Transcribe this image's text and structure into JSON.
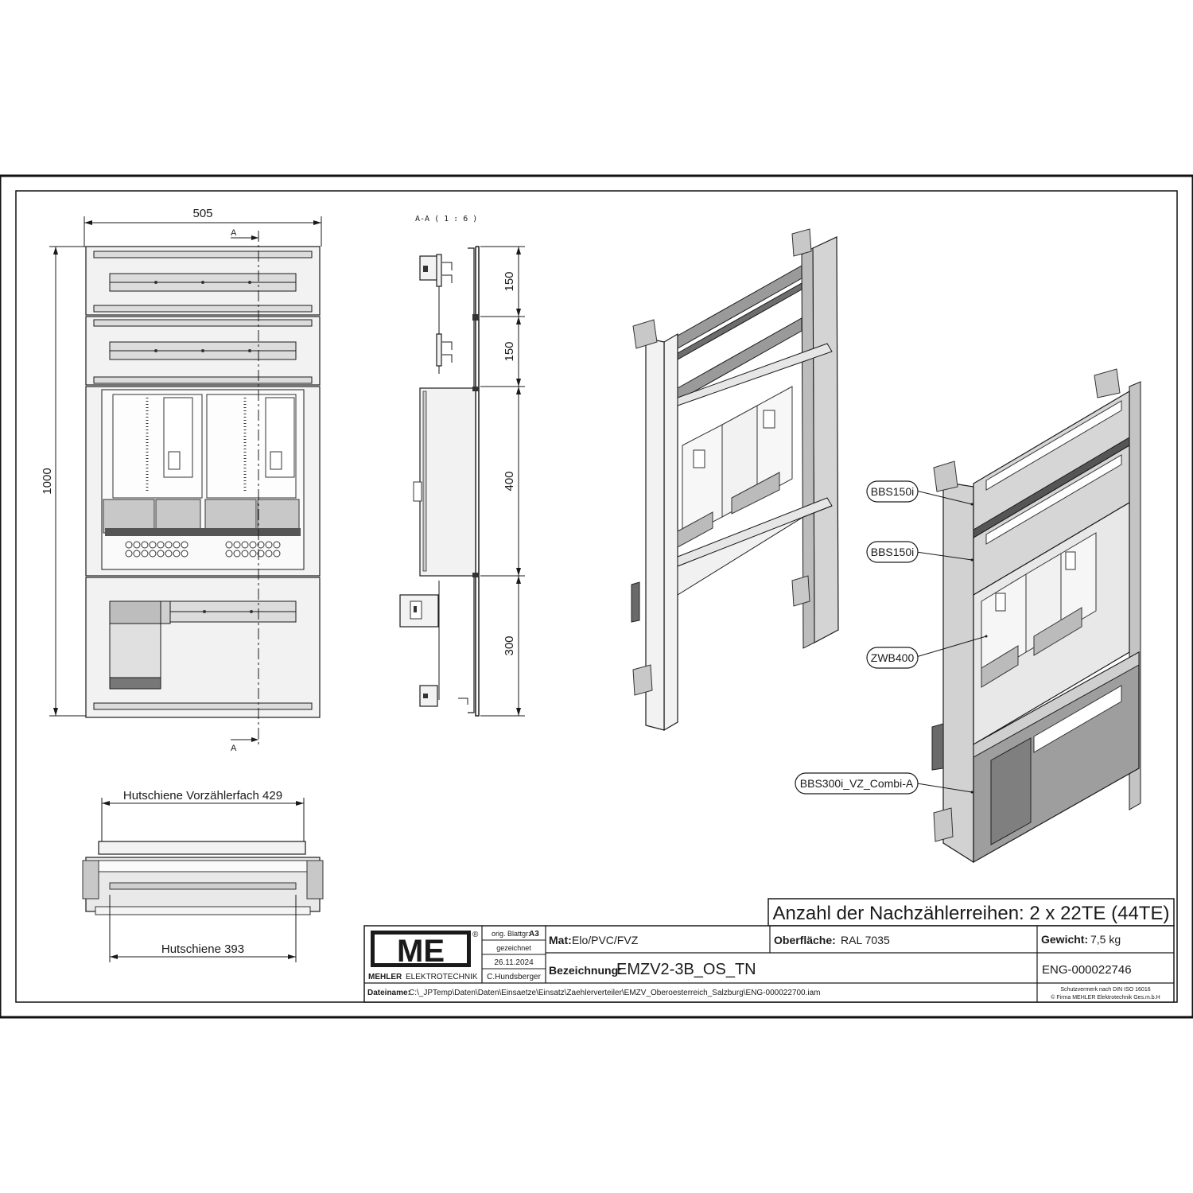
{
  "dimensions": {
    "width_overall": "505",
    "height_overall": "1000",
    "section_a": "A",
    "section_label": "A-A ( 1 : 6 )",
    "section_heights": [
      "150",
      "150",
      "400",
      "300"
    ],
    "din_rail_top": "Hutschiene Vorzählerfach 429",
    "din_rail_bottom": "Hutschiene 393"
  },
  "callouts": [
    {
      "label": "BBS150i"
    },
    {
      "label": "BBS150i"
    },
    {
      "label": "ZWB400"
    },
    {
      "label": "BBS300i_VZ_Combi-A"
    }
  ],
  "title_block": {
    "headline": "Anzahl der Nachzählerreihen: 2 x 22TE (44TE)",
    "logo_text": "ME",
    "registered": "®",
    "company_bold": "MEHLER",
    "company_rest": "ELEKTROTECHNIK",
    "orig_sheet_label": "orig. Blattgr:",
    "orig_sheet_value": "A3",
    "drawn_label": "gezeichnet",
    "date": "26.11.2024",
    "drawn_by": "C.Hundsberger",
    "mat_label": "Mat:",
    "mat_value": "Elo/PVC/FVZ",
    "surface_label": "Oberfläche:",
    "surface_value": "RAL 7035",
    "weight_label": "Gewicht:",
    "weight_value": "7,5 kg",
    "designation_label": "Bezeichnung:",
    "designation_value": "EMZV2-3B_OS_TN",
    "eng_number": "ENG-000022746",
    "filename_label": "Dateiname:",
    "filename_value": "C:\\_JPTemp\\Daten\\Daten\\Einsaetze\\Einsatz\\Zaehlerverteiler\\EMZV_Oberoesterreich_Salzburg\\ENG-000022700.iam",
    "protection_note_1": "Schutzvermerk nach DIN ISO 16016",
    "protection_note_2": "© Firma MEHLER Elektrotechnik Ges.m.b.H"
  }
}
